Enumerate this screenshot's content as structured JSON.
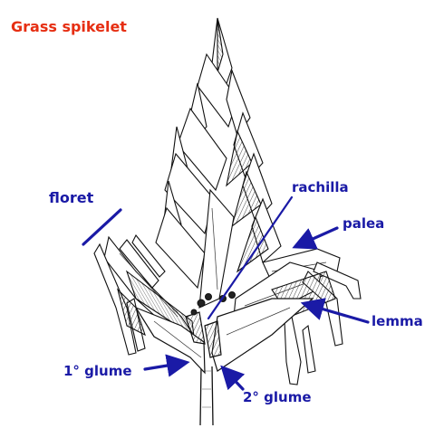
{
  "title": "Grass spikelet",
  "labels": {
    "floret": "floret",
    "rachilla": "rachilla",
    "palea": "palea",
    "lemma": "lemma",
    "glume1": "1° glume",
    "glume2": "2° glume"
  },
  "colors": {
    "title": "#e62e12",
    "label": "#1a1aa6",
    "drawing_stroke": "#1a1a1a",
    "background": "#ffffff"
  }
}
